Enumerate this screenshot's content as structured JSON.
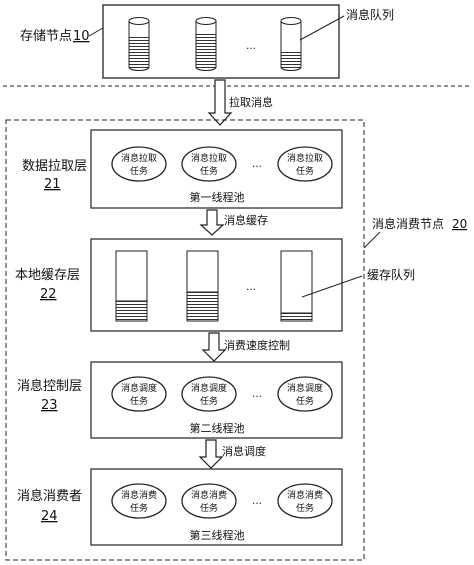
{
  "storage_node": {
    "label": "存储节点",
    "num": "10"
  },
  "message_queue_label": "消息队列",
  "pull_message": "拉取消息",
  "consumer_node": {
    "label": "消息消费节点",
    "num": "20"
  },
  "layers": [
    {
      "title": "数据拉取层",
      "num": "21",
      "pool": "第一线程池",
      "task": [
        "消息拉取",
        "任务"
      ]
    },
    {
      "title": "本地缓存层",
      "num": "22"
    },
    {
      "title": "消息控制层",
      "num": "23",
      "pool": "第二线程池",
      "task": [
        "消息调度",
        "任务"
      ]
    },
    {
      "title": "消息消费者",
      "num": "24",
      "pool": "第三线程池",
      "task": [
        "消息消费",
        "任务"
      ]
    }
  ],
  "arrows": [
    "消息缓存",
    "消费速度控制",
    "消息调度"
  ],
  "cache_queue_label": "缓存队列",
  "ellipsis": "…"
}
